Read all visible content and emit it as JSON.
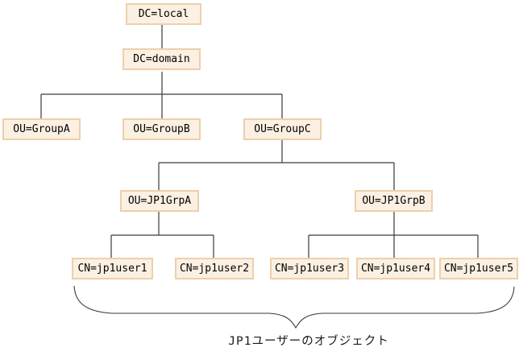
{
  "diagram": {
    "type": "tree",
    "caption": "JP1ユーザーのオブジェクト",
    "nodes": [
      {
        "id": "dc-local",
        "label": "DC=local",
        "parent": null
      },
      {
        "id": "dc-domain",
        "label": "DC=domain",
        "parent": "dc-local"
      },
      {
        "id": "ou-groupa",
        "label": "OU=GroupA",
        "parent": "dc-domain"
      },
      {
        "id": "ou-groupb",
        "label": "OU=GroupB",
        "parent": "dc-domain"
      },
      {
        "id": "ou-groupc",
        "label": "OU=GroupC",
        "parent": "dc-domain"
      },
      {
        "id": "ou-jp1grpa",
        "label": "OU=JP1GrpA",
        "parent": "ou-groupc"
      },
      {
        "id": "ou-jp1grpb",
        "label": "OU=JP1GrpB",
        "parent": "ou-groupc"
      },
      {
        "id": "cn-jp1user1",
        "label": "CN=jp1user1",
        "parent": "ou-jp1grpa"
      },
      {
        "id": "cn-jp1user2",
        "label": "CN=jp1user2",
        "parent": "ou-jp1grpa"
      },
      {
        "id": "cn-jp1user3",
        "label": "CN=jp1user3",
        "parent": "ou-jp1grpb"
      },
      {
        "id": "cn-jp1user4",
        "label": "CN=jp1user4",
        "parent": "ou-jp1grpb"
      },
      {
        "id": "cn-jp1user5",
        "label": "CN=jp1user5",
        "parent": "ou-jp1grpb"
      }
    ],
    "brace_label_target": "all CN nodes",
    "colors": {
      "node_fill": "#fcf0e2",
      "node_border": "#ecd0ac",
      "line": "#3a3a3a",
      "text": "#000000",
      "background": "#ffffff"
    }
  }
}
